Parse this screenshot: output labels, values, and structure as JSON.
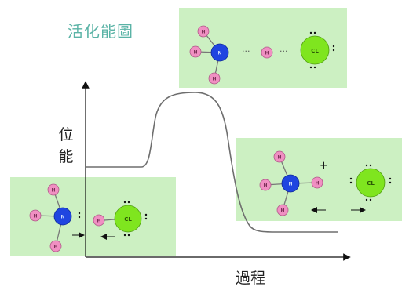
{
  "title": "活化能圖",
  "y_axis_label": "位能",
  "x_axis_label": "過程",
  "molecules": {
    "hydrogen_label": "H",
    "nitrogen_label": "N",
    "chlorine_label": "CL",
    "dots_symbol": "···"
  },
  "charges": {
    "positive": "+",
    "negative": "-"
  },
  "colors": {
    "panel_green": "#ccf0c2",
    "hydrogen_pink": "#f08fc2",
    "nitrogen_blue": "#1f45e0",
    "chlorine_green": "#7fe51f",
    "curve_gray": "#6e6e6e",
    "title_teal": "#5ab3a6"
  }
}
